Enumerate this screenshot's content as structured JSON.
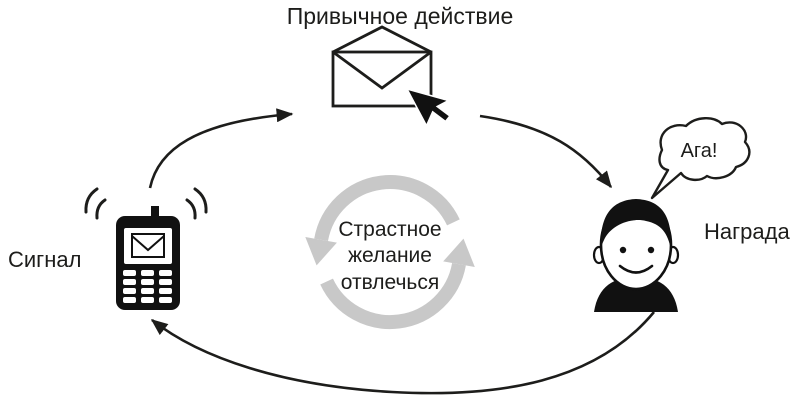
{
  "labels": {
    "routine": "Привычное действие",
    "cue": "Сигнал",
    "reward": "Награда",
    "craving": "Страстное\nжелание\nотвлечься",
    "speech": "Ага!"
  },
  "colors": {
    "ink": "#1d1d1b",
    "cycle_gray": "#c8c8c8",
    "background": "#ffffff"
  },
  "icons": {
    "cue": "mobile-phone-icon",
    "routine": "open-envelope-icon",
    "routine_pointer": "mouse-cursor-icon",
    "reward": "smiling-person-icon",
    "reward_speech": "speech-bubble",
    "craving": "circular-cycle-arrows-icon"
  }
}
